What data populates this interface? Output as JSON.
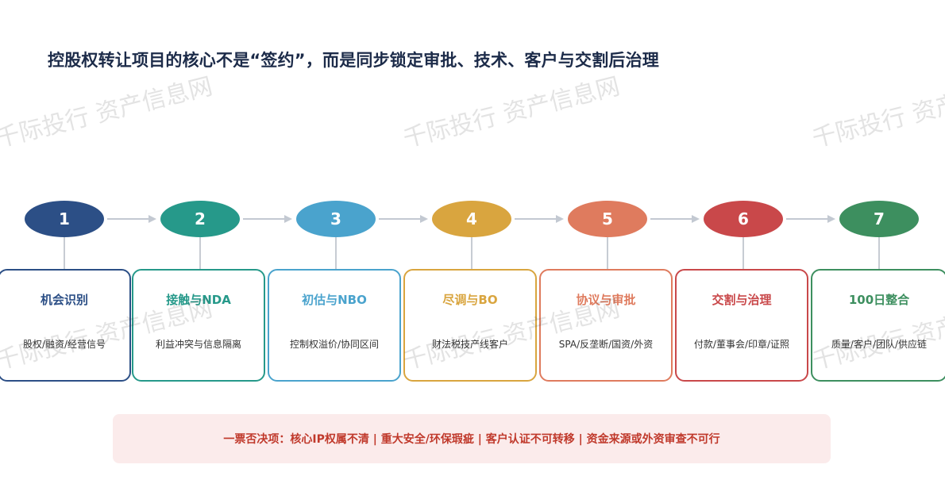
{
  "title": "控股权转让项目的核心不是“签约”，而是同步锁定审批、技术、客户与交割后治理",
  "watermark_text": "千际投行 资产信息网",
  "steps": [
    {
      "number": "1",
      "title": "机会识别",
      "desc": "股权/融资/经营信号",
      "color": "#2c4f86"
    },
    {
      "number": "2",
      "title": "接触与NDA",
      "desc": "利益冲突与信息隔离",
      "color": "#26998a"
    },
    {
      "number": "3",
      "title": "初估与NBO",
      "desc": "控制权溢价/协同区间",
      "color": "#4aa3cd"
    },
    {
      "number": "4",
      "title": "尽调与BO",
      "desc": "财法税技产线客户",
      "color": "#d9a53f"
    },
    {
      "number": "5",
      "title": "协议与审批",
      "desc": "SPA/反垄断/国资/外资",
      "color": "#df7b5e"
    },
    {
      "number": "6",
      "title": "交割与治理",
      "desc": "付款/董事会/印章/证照",
      "color": "#c9484a"
    },
    {
      "number": "7",
      "title": "100日整合",
      "desc": "质量/客户/团队/供应链",
      "color": "#3d8f5f"
    }
  ],
  "veto": "一票否决项：核心IP权属不清 | 重大安全/环保瑕疵 | 客户认证不可转移 | 资金来源或外资审查不可行"
}
